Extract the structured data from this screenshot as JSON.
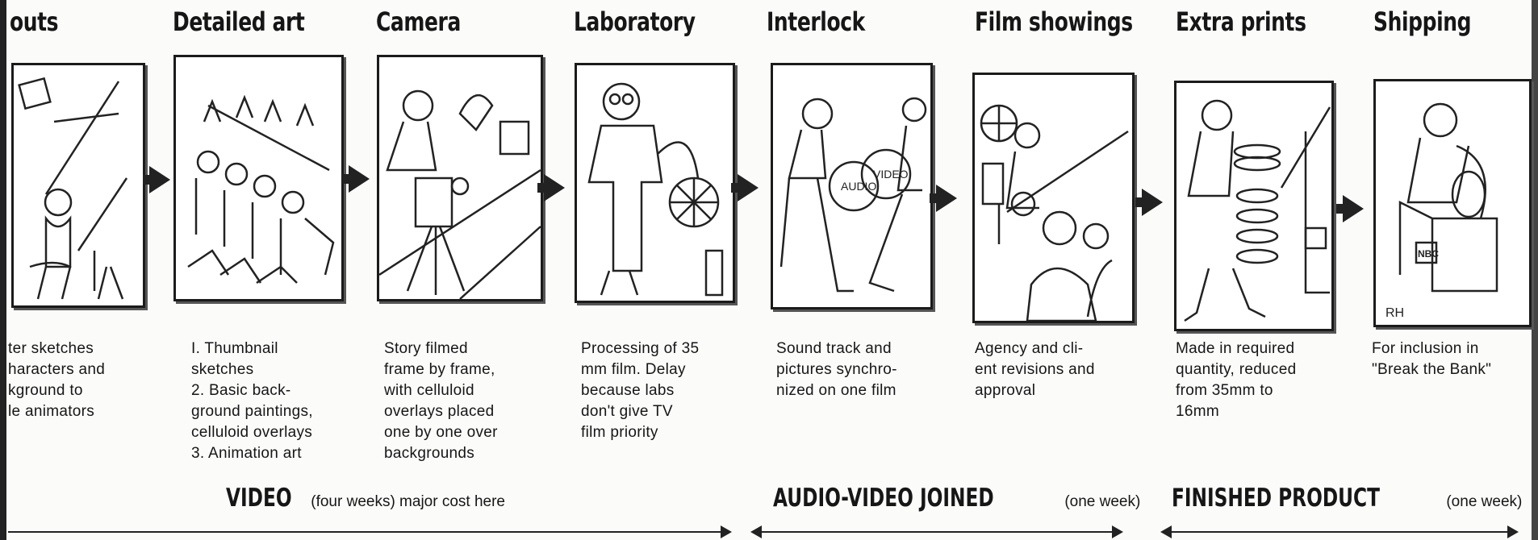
{
  "stages": [
    {
      "title": "outs",
      "caption": "ter sketches\nharacters and\nkground to\nle animators"
    },
    {
      "title": "Detailed art",
      "caption": "I. Thumbnail\nsketches\n2. Basic back-\nground paintings,\ncelluloid overlays\n3. Animation art"
    },
    {
      "title": "Camera",
      "caption": "Story filmed\nframe by frame,\nwith celluloid\noverlays placed\none by one over\nbackgrounds"
    },
    {
      "title": "Laboratory",
      "caption": "Processing of 35\nmm film. Delay\nbecause labs\ndon't give TV\nfilm priority"
    },
    {
      "title": "Interlock",
      "caption": "Sound track and\npictures synchro-\nnized on one film"
    },
    {
      "title": "Film showings",
      "caption": "Agency and cli-\nent revisions and\napproval"
    },
    {
      "title": "Extra prints",
      "caption": "Made in required\nquantity, reduced\nfrom 35mm to\n16mm"
    },
    {
      "title": "Shipping",
      "caption": "For inclusion in\n\"Break the Bank\""
    }
  ],
  "phases": [
    {
      "name": "VIDEO",
      "duration": "(four weeks) major cost here"
    },
    {
      "name": "AUDIO-VIDEO JOINED",
      "duration": "(one week)"
    },
    {
      "name": "FINISHED PRODUCT",
      "duration": "(one week)"
    }
  ],
  "panel_text": {
    "audio": "AUDIO",
    "video": "VIDEO",
    "box": "NBC",
    "signature": "RH"
  }
}
